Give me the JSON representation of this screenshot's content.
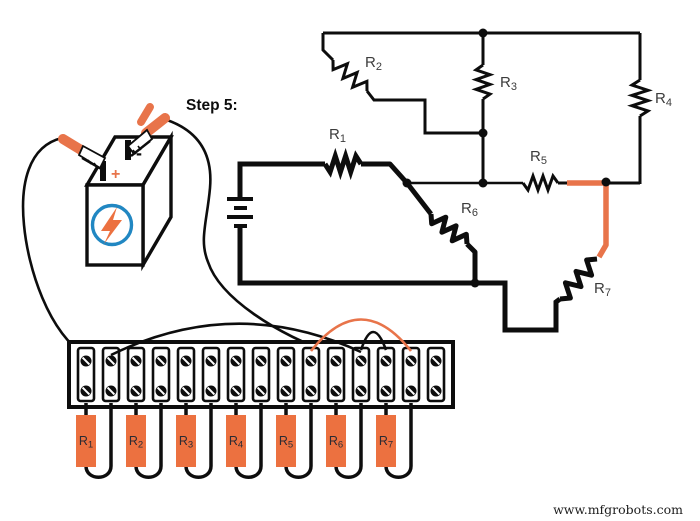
{
  "step_label": "Step 5:",
  "battery": {
    "positive_sign": "+",
    "negative_sign": "-"
  },
  "schematic": {
    "resistors": [
      {
        "label": "R",
        "sub": "1"
      },
      {
        "label": "R",
        "sub": "2"
      },
      {
        "label": "R",
        "sub": "3"
      },
      {
        "label": "R",
        "sub": "4"
      },
      {
        "label": "R",
        "sub": "5"
      },
      {
        "label": "R",
        "sub": "6"
      },
      {
        "label": "R",
        "sub": "7"
      }
    ]
  },
  "strip": {
    "terminal_count": 15,
    "resistors": [
      {
        "label": "R",
        "sub": "1"
      },
      {
        "label": "R",
        "sub": "2"
      },
      {
        "label": "R",
        "sub": "3"
      },
      {
        "label": "R",
        "sub": "4"
      },
      {
        "label": "R",
        "sub": "5"
      },
      {
        "label": "R",
        "sub": "6"
      },
      {
        "label": "R",
        "sub": "7"
      }
    ]
  },
  "watermark": "www.mfgrobots.com",
  "colors": {
    "line": "#0d0d0d",
    "orange": "#e8744a",
    "body_orange": "#ec7140",
    "blue": "#2187c2",
    "schematic_label": "#3c3c3c",
    "strip_label": "#2b2b33"
  }
}
